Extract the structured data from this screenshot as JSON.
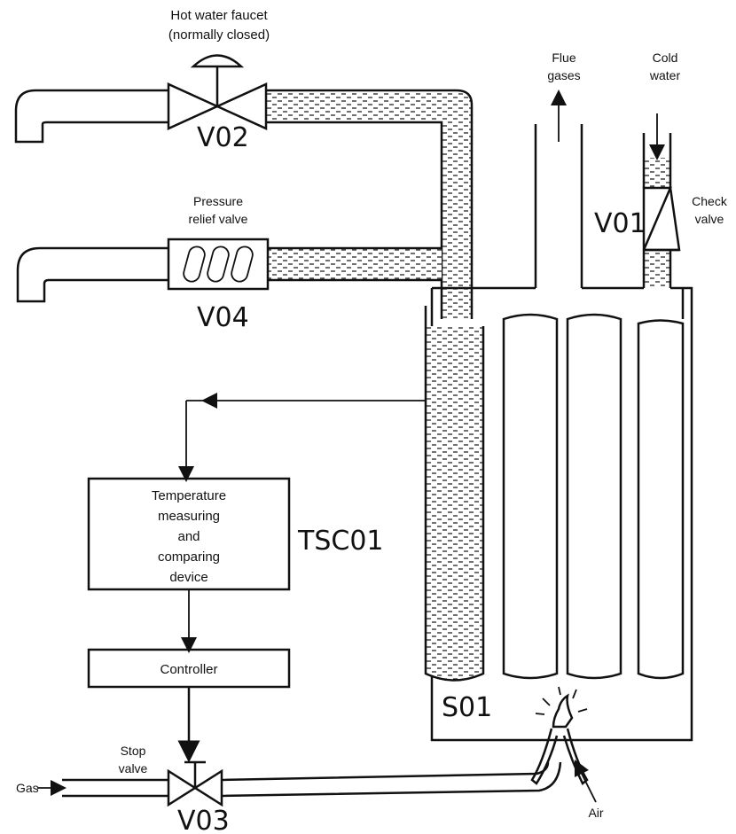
{
  "labels": {
    "hot_water_faucet_line1": "Hot water faucet",
    "hot_water_faucet_line2": "(normally closed)",
    "v02": "V02",
    "pressure_relief_line1": "Pressure",
    "pressure_relief_line2": "relief valve",
    "v04": "V04",
    "flue_line1": "Flue",
    "flue_line2": "gases",
    "cold_line1": "Cold",
    "cold_line2": "water",
    "check_line1": "Check",
    "check_line2": "valve",
    "v01": "V01",
    "tm_line1": "Temperature",
    "tm_line2": "measuring",
    "tm_line3": "and",
    "tm_line4": "comparing",
    "tm_line5": "device",
    "tsc01": "TSC01",
    "controller": "Controller",
    "stop_line1": "Stop",
    "stop_line2": "valve",
    "gas": "Gas",
    "v03": "V03",
    "s01": "S01",
    "air": "Air"
  },
  "colors": {
    "line": "#111111",
    "water_hatch": "#111111",
    "background": "#ffffff"
  }
}
